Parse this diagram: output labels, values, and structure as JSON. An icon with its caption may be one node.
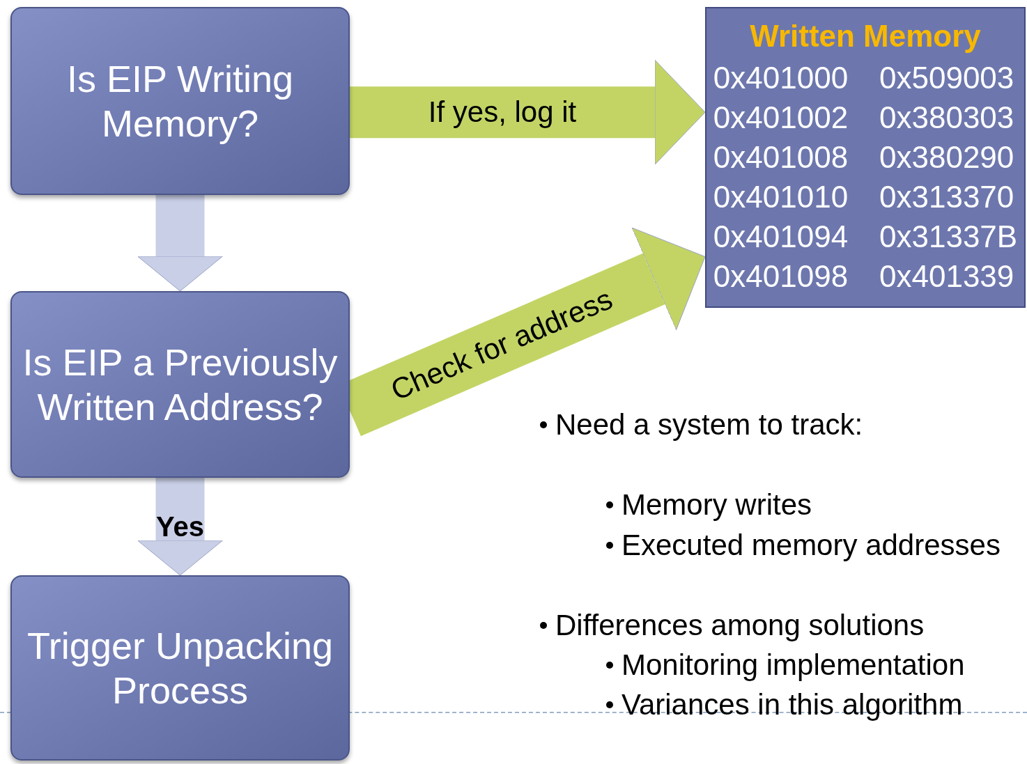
{
  "diagram": {
    "nodes": [
      {
        "text": [
          "Is EIP Writing Memory?"
        ]
      },
      {
        "text": [
          "Is EIP a Previously Written Address?"
        ]
      },
      {
        "text": [
          "Trigger Unpacking Process"
        ]
      },
      {
        "text": [
          "Written Memory",
          "0x401000",
          "0x509003",
          "0x401002",
          "0x380303",
          "0x401008",
          "0x380290",
          "0x401010",
          "0x313370",
          "0x401094",
          "0x31337B",
          "0x401098",
          "0x401339"
        ]
      }
    ],
    "edges": [
      {
        "from": 0,
        "to": 1,
        "arrow": "to"
      },
      {
        "from": 1,
        "to": 2,
        "arrow": "to",
        "label": "Yes"
      },
      {
        "from": 0,
        "to": 3,
        "arrow": "to",
        "label": "If yes, log it",
        "color": "#c3d465"
      },
      {
        "from": 1,
        "to": 3,
        "arrow": "to",
        "label": "Check for address",
        "color": "#c3d465"
      }
    ],
    "labels": [
      "Need a system to track:",
      "Memory writes",
      "Executed memory addresses",
      "Differences among solutions",
      "Monitoring implementation",
      "Variances in this algorithm"
    ]
  }
}
